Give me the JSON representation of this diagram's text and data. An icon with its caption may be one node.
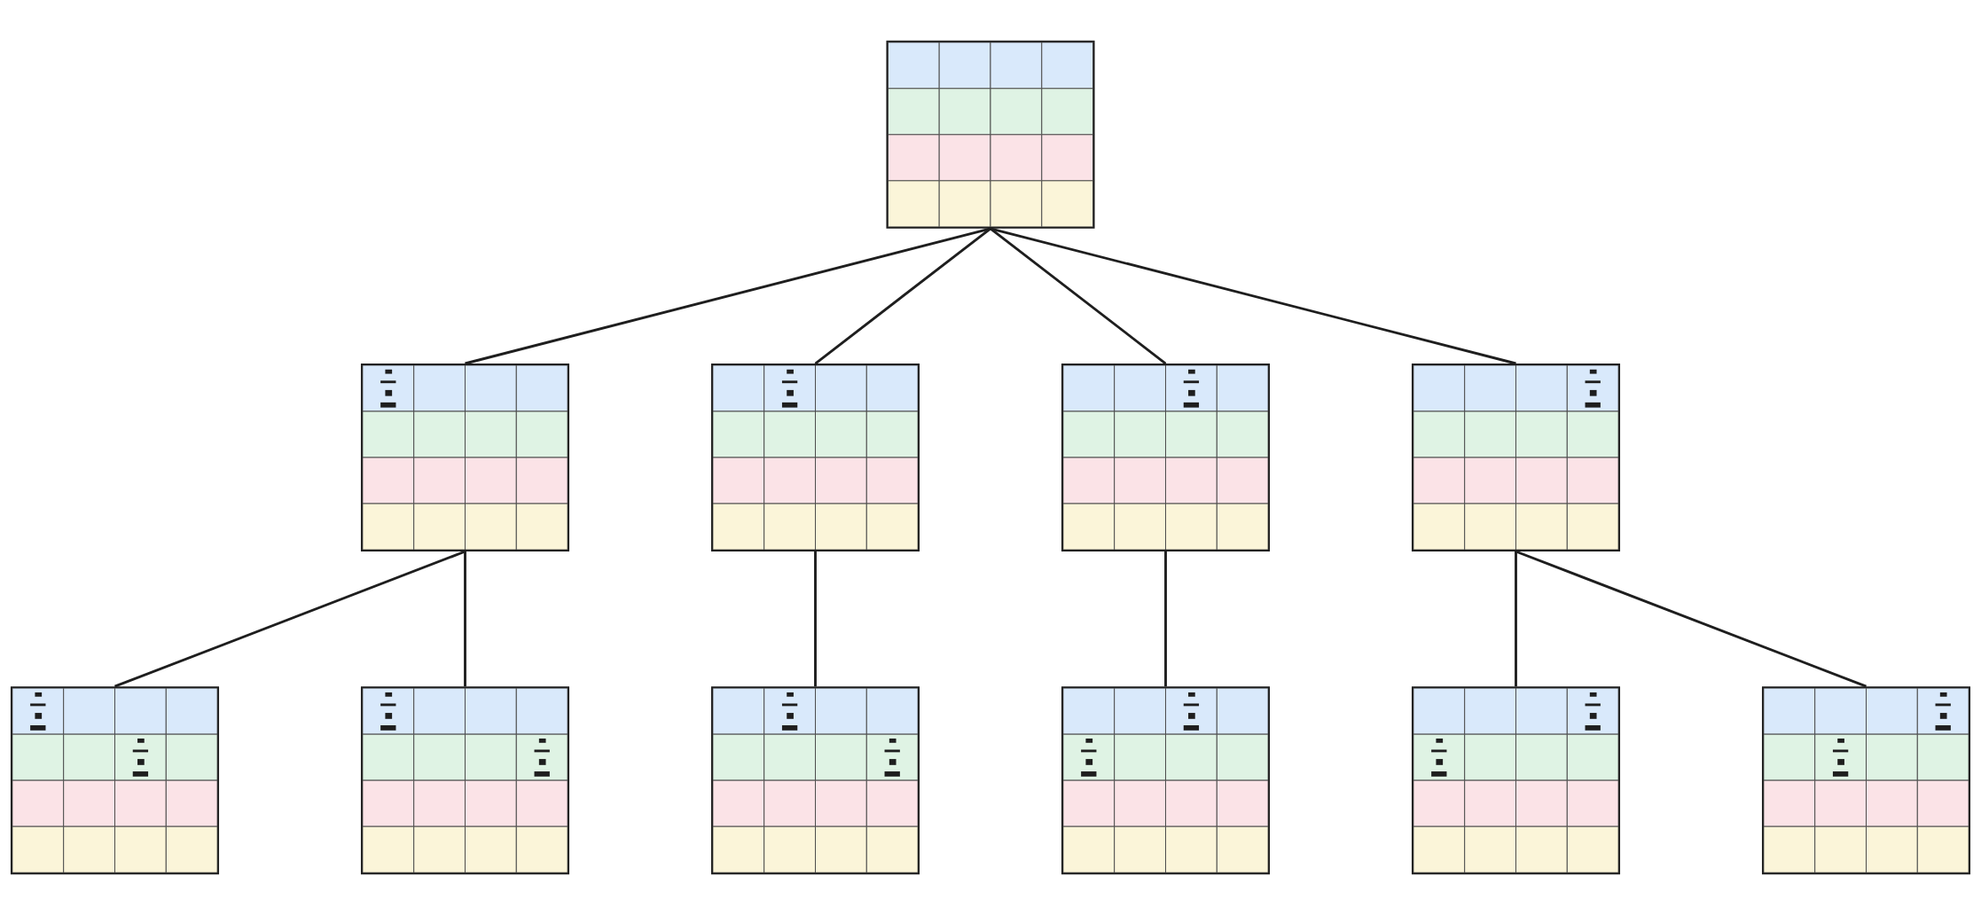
{
  "diagram": {
    "nodes": [
      {
        "text": [],
        "shape": "board"
      },
      {
        "text": [],
        "shape": "board"
      },
      {
        "text": [],
        "shape": "board"
      },
      {
        "text": [],
        "shape": "board"
      },
      {
        "text": [],
        "shape": "board"
      },
      {
        "text": [],
        "shape": "board"
      },
      {
        "text": [],
        "shape": "board"
      },
      {
        "text": [],
        "shape": "board"
      },
      {
        "text": [],
        "shape": "board"
      },
      {
        "text": [],
        "shape": "board"
      },
      {
        "text": [],
        "shape": "board"
      }
    ],
    "edges": [
      {
        "from": 0,
        "to": 1,
        "arrow": "none"
      },
      {
        "from": 0,
        "to": 2,
        "arrow": "none"
      },
      {
        "from": 0,
        "to": 3,
        "arrow": "none"
      },
      {
        "from": 0,
        "to": 4,
        "arrow": "none"
      },
      {
        "from": 1,
        "to": 5,
        "arrow": "none"
      },
      {
        "from": 1,
        "to": 6,
        "arrow": "none"
      },
      {
        "from": 2,
        "to": 7,
        "arrow": "none"
      },
      {
        "from": 3,
        "to": 8,
        "arrow": "none"
      },
      {
        "from": 4,
        "to": 9,
        "arrow": "none"
      },
      {
        "from": 4,
        "to": 10,
        "arrow": "none"
      }
    ]
  }
}
